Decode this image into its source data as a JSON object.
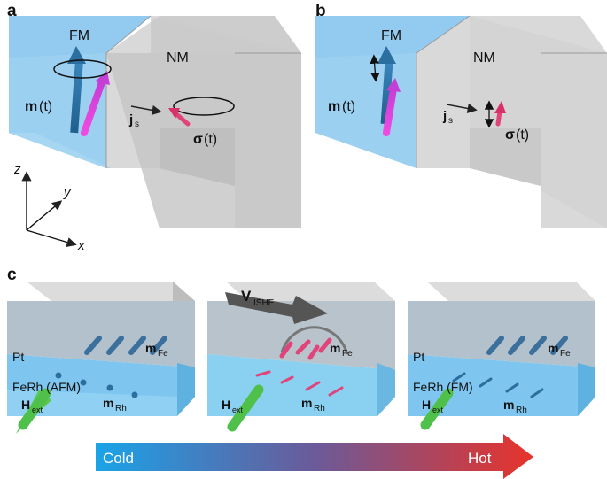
{
  "panels": {
    "a": "a",
    "b": "b",
    "c": "c"
  },
  "top": {
    "fm": "FM",
    "nm": "NM",
    "m": "m",
    "m_t": "(t)",
    "j": "j",
    "j_sub": "s",
    "sigma": "σ",
    "sigma_t": "(t)"
  },
  "axes": {
    "x": "x",
    "y": "y",
    "z": "z"
  },
  "bottom": {
    "pt": "Pt",
    "ferh_afm": "FeRh (AFM)",
    "ferh_fm": "FeRh (FM)",
    "m": "m",
    "fe_sub": "Fe",
    "rh_sub": "Rh",
    "h": "H",
    "ext_sub": "ext",
    "v": "V",
    "ishe_sub": "ISHE"
  },
  "gradient": {
    "cold": "Cold",
    "hot": "Hot",
    "cold_color": "#1aa3e8",
    "hot_color": "#e8332a"
  },
  "colors": {
    "fm_blue": "#7fc0ea",
    "nm_gray": "#c9c9c9",
    "moment_blue": "#2a6f9f",
    "magenta": "#e03fd4",
    "pink": "#e0447a",
    "green": "#5cc23a"
  }
}
